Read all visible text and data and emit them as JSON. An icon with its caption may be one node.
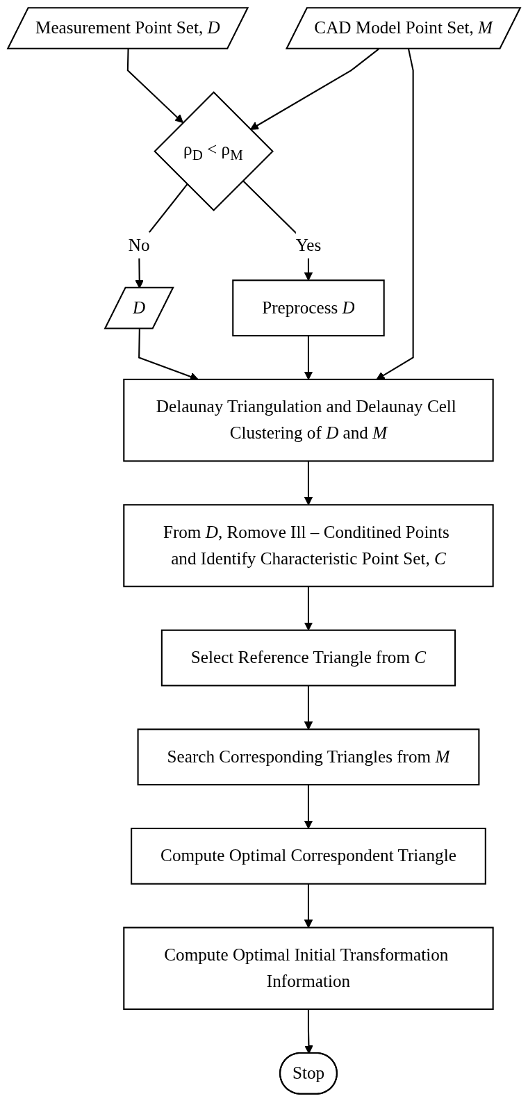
{
  "diagram": {
    "nodes": [
      {
        "text": [
          "Measurement Point Set, *D*"
        ]
      },
      {
        "text": [
          "CAD Model Point Set, *M*"
        ]
      },
      {
        "text": [
          "ρ$_{D}$ < ρ$_{M}$"
        ]
      },
      {
        "text": [
          "*D*"
        ]
      },
      {
        "text": [
          "Preprocess *D*"
        ]
      },
      {
        "text": [
          "Delaunay Triangulation and Delaunay Cell Clustering of *D* and *M*"
        ]
      },
      {
        "text": [
          "From *D*, Romove Ill – Conditined Points and Identify Characteristic Point Set, *C*"
        ]
      },
      {
        "text": [
          "Select Reference Triangle from *C*"
        ]
      },
      {
        "text": [
          "Search Corresponding Triangles from *M*"
        ]
      },
      {
        "text": [
          "Compute Optimal Correspondent Triangle"
        ]
      },
      {
        "text": [
          "Compute Optimal Initial Transformation Information"
        ]
      },
      {
        "text": [
          "Stop"
        ]
      }
    ],
    "edges": [
      {
        "from": 0,
        "to": 2,
        "arrow": "to"
      },
      {
        "from": 1,
        "to": 2,
        "arrow": "to"
      },
      {
        "from": 1,
        "to": 5,
        "arrow": "to"
      },
      {
        "from": 2,
        "to": 3,
        "arrow": "to",
        "label": "No"
      },
      {
        "from": 2,
        "to": 4,
        "arrow": "to",
        "label": "Yes"
      },
      {
        "from": 3,
        "to": 5,
        "arrow": "to"
      },
      {
        "from": 4,
        "to": 5,
        "arrow": "to"
      },
      {
        "from": 5,
        "to": 6,
        "arrow": "to"
      },
      {
        "from": 6,
        "to": 7,
        "arrow": "to"
      },
      {
        "from": 7,
        "to": 8,
        "arrow": "to"
      },
      {
        "from": 8,
        "to": 9,
        "arrow": "to"
      },
      {
        "from": 9,
        "to": 10,
        "arrow": "to"
      },
      {
        "from": 10,
        "to": 11,
        "arrow": "to"
      }
    ]
  }
}
